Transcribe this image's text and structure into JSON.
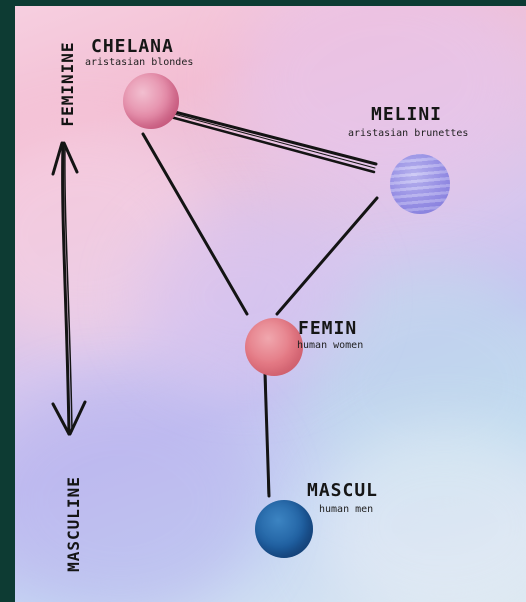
{
  "axis": {
    "top_label": "FEMININE",
    "bottom_label": "MASCULINE"
  },
  "nodes": {
    "chelana": {
      "title": "CHELANA",
      "subtitle": "aristasian blondes",
      "color": "#e58fab"
    },
    "melini": {
      "title": "MELINI",
      "subtitle": "aristasian brunettes",
      "color": "#9f98e8"
    },
    "femin": {
      "title": "FEMIN",
      "subtitle": "human women",
      "color": "#e47a85"
    },
    "mascul": {
      "title": "MASCUL",
      "subtitle": "human men",
      "color": "#1f5fa0"
    }
  },
  "connections": [
    {
      "from": "CHELANA",
      "to": "MELINI"
    },
    {
      "from": "CHELANA",
      "to": "FEMIN"
    },
    {
      "from": "MELINI",
      "to": "FEMIN"
    },
    {
      "from": "FEMIN",
      "to": "MASCUL"
    }
  ],
  "colors": {
    "frame_border": "#0d3b33",
    "ink": "#141414"
  }
}
